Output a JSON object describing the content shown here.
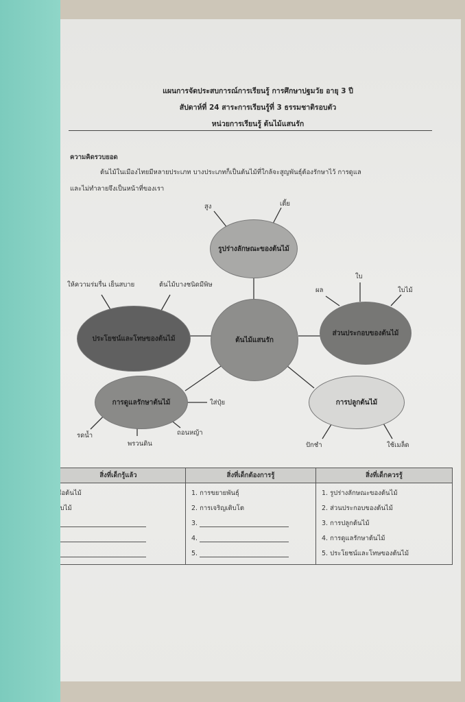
{
  "header": {
    "line1": "แผนการจัดประสบการณ์การเรียนรู้ การศึกษาปฐมวัย อายุ 3 ปี",
    "line2": "สัปดาห์ที่ 24 สาระการเรียนรู้ที่ 3 ธรรมชาติรอบตัว",
    "line3": "หน่วยการเรียนรู้ ต้นไม้แสนรัก"
  },
  "concept": {
    "heading": "ความคิดรวบยอด",
    "line1": "ต้นไม้ในเมืองไทยมีหลายประเภท บางประเภทก็เป็นต้นไม้ที่ใกล้จะสูญพันธุ์ต้องรักษาไว้ การดูแล",
    "line2": "และไม่ทำลายจึงเป็นหน้าที่ของเรา"
  },
  "mindmap": {
    "center": "ต้นไม้แสนรัก",
    "shape": {
      "label": "รูปร่างลักษณะของต้นไม้",
      "leaves": [
        "สูง",
        "เตี้ย"
      ]
    },
    "parts": {
      "label": "ส่วนประกอบของต้นไม้",
      "leaves": [
        "ผล",
        "ใบ",
        "ใบไม้"
      ]
    },
    "benefit": {
      "label": "ประโยชน์และโทษของต้นไม้",
      "leaves": [
        "ให้ความร่มรื่น เย็นสบาย",
        "ต้นไม้บางชนิดมีพิษ"
      ]
    },
    "care": {
      "label": "การดูแลรักษาต้นไม้",
      "leaves": [
        "ใส่ปุ๋ย",
        "รดน้ำ",
        "พรวนดิน",
        "ถอนหญ้า"
      ]
    },
    "plant": {
      "label": "การปลูกต้นไม้",
      "leaves": [
        "ปักชำ",
        "ใช้เมล็ด"
      ]
    }
  },
  "table": {
    "headers": [
      "สิ่งที่เด็กรู้แล้ว",
      "สิ่งที่เด็กต้องการรู้",
      "สิ่งที่เด็กควรรู้"
    ],
    "known": [
      "ชื่อต้นไม้",
      "ใบไม้"
    ],
    "want": [
      "1. การขยายพันธุ์",
      "2. การเจริญเติบโต",
      "3.",
      "4.",
      "5."
    ],
    "should": [
      "1. รูปร่างลักษณะของต้นไม้",
      "2. ส่วนประกอบของต้นไม้",
      "3. การปลูกต้นไม้",
      "4. การดูแลรักษาต้นไม้",
      "5. ประโยชน์และโทษของต้นไม้"
    ]
  }
}
